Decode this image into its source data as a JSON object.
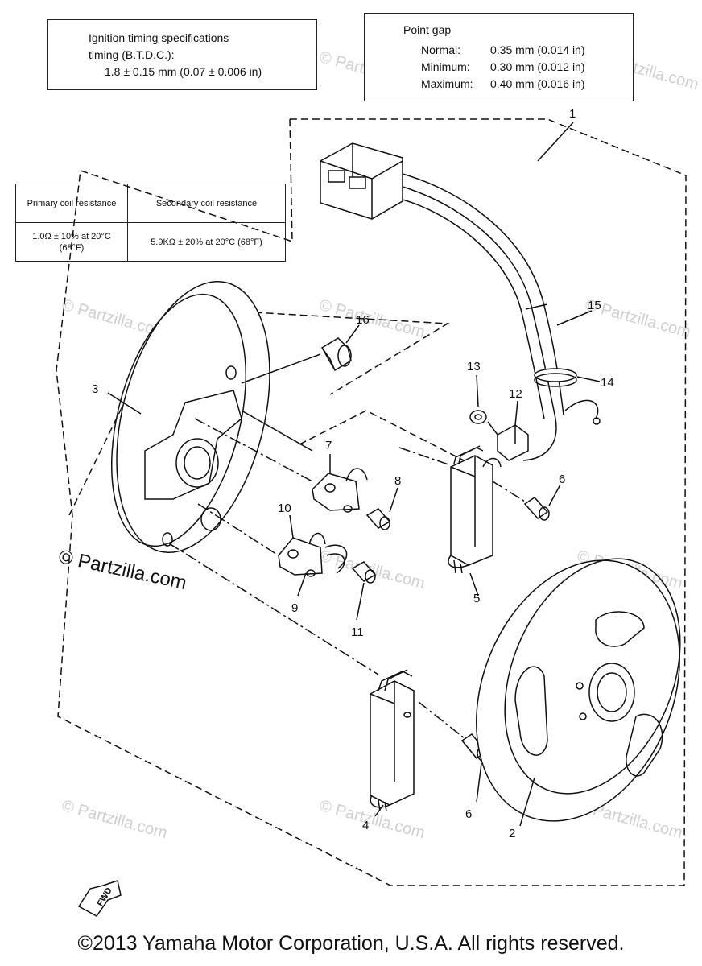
{
  "ignition_box": {
    "line1": "Ignition timing specifications",
    "line2": "timing (B.T.D.C.):",
    "line3": "1.8 ±  0.15 mm (0.07 ± 0.006 in)"
  },
  "point_gap_box": {
    "title": "Point gap",
    "rows": [
      {
        "label": "Normal:",
        "value": "0.35 mm (0.014 in)"
      },
      {
        "label": "Minimum:",
        "value": "0.30 mm (0.012 in)"
      },
      {
        "label": "Maximum:",
        "value": "0.40 mm (0.016 in)"
      }
    ]
  },
  "resistance_table": {
    "headers": [
      "Primary coil resistance",
      "Secondary coil resistance"
    ],
    "values": [
      "1.0Ω ± 10% at 20°C (68°F)",
      "5.9KΩ ± 20% at 20°C (68°F)"
    ]
  },
  "part_labels": [
    "1",
    "2",
    "3",
    "4",
    "5",
    "6",
    "6",
    "7",
    "8",
    "9",
    "10",
    "11",
    "12",
    "13",
    "14",
    "15",
    "16"
  ],
  "fwd_label": "FWD",
  "watermark_text": "© Partzilla.com",
  "partzilla_text": "© Partzilla.com",
  "copyright": "©2013 Yamaha Motor Corporation, U.S.A. All rights reserved."
}
